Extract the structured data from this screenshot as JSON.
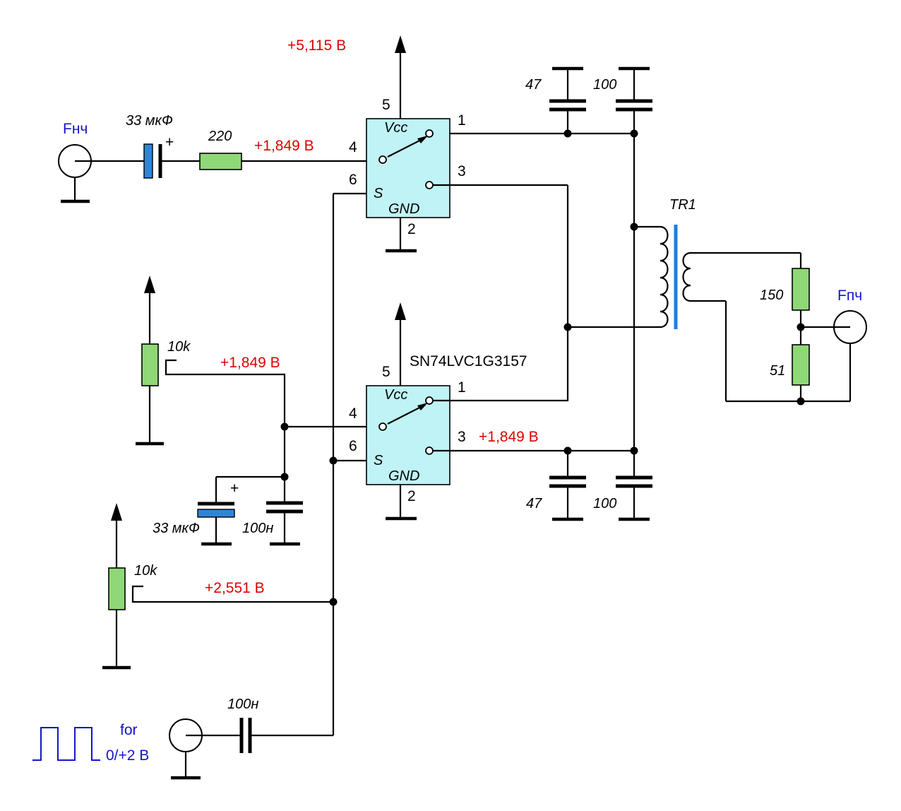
{
  "signals": {
    "lf_input": "Fнч",
    "if_output": "Fпч",
    "square_note_1": "for",
    "square_note_2": "0/+2 В"
  },
  "voltages": {
    "vcc_top": "+5,115 В",
    "top_in": "+1,849 В",
    "bias_mid": "+1,849 В",
    "bot_out": "+1,849 В",
    "sel_bias": "+2,551 В"
  },
  "chip": {
    "part_number": "SN74LVC1G3157",
    "vcc_label": "Vcc",
    "gnd_label": "GND",
    "s_label": "S",
    "pin_1": "1",
    "pin_2": "2",
    "pin_3": "3",
    "pin_4": "4",
    "pin_5": "5",
    "pin_6": "6"
  },
  "components": {
    "c_input": "33 мкФ",
    "c_input_plus": "+",
    "r_input": "220",
    "c_top_47": "47",
    "c_top_100": "100",
    "transformer": "TR1",
    "r_150": "150",
    "r_51": "51",
    "pot_top": "10k",
    "pot_bottom": "10k",
    "c_bias_elec": "33 мкФ",
    "c_bias_elec_plus": "+",
    "c_bias_100n": "100н",
    "c_bot_47": "47",
    "c_bot_100": "100",
    "c_sq_100n": "100н"
  },
  "colors": {
    "chip_fill": "#bff3f5",
    "resistor_fill": "#8fd877",
    "electrolytic_fill": "#2f86d6",
    "voltage_text": "#e00000",
    "signal_text": "#1515c8"
  }
}
